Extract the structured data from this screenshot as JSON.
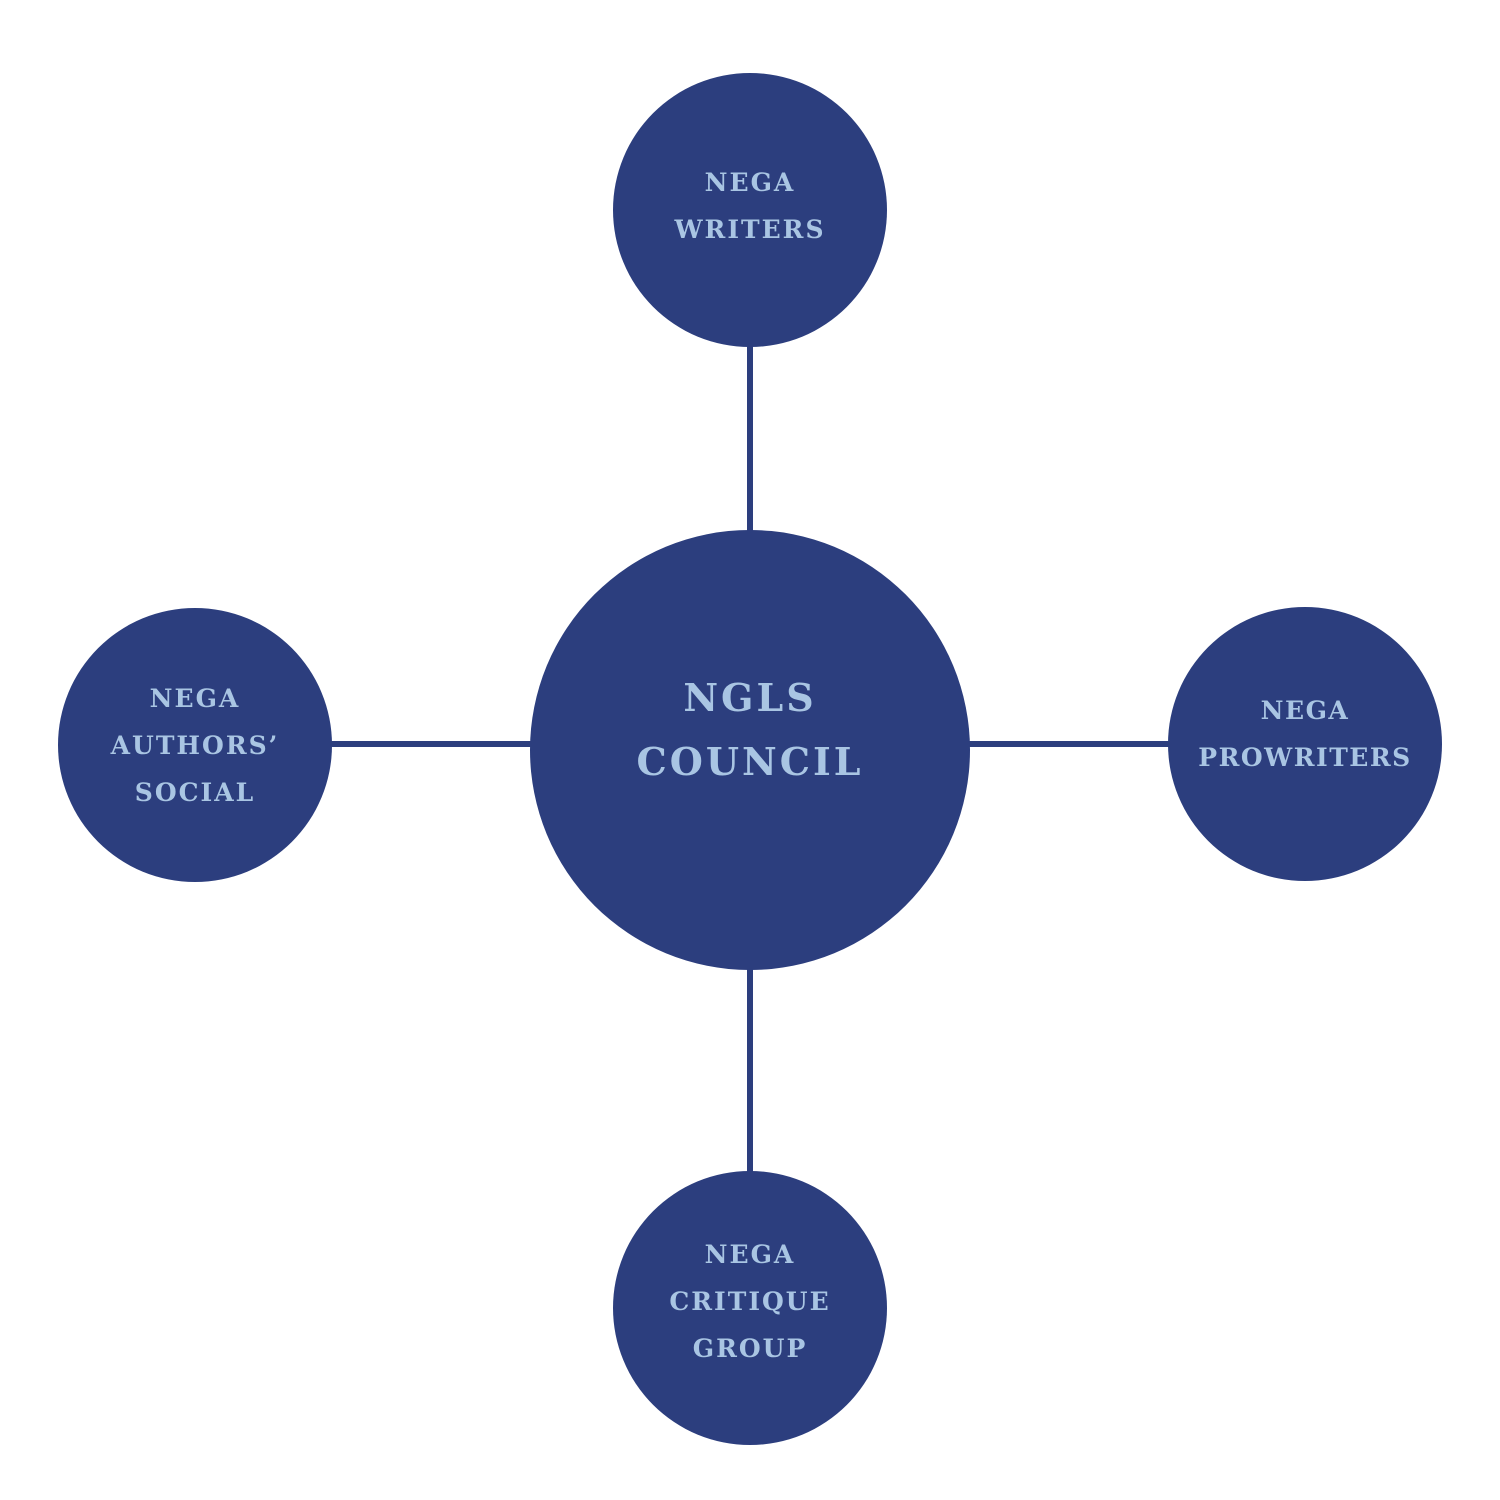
{
  "colors": {
    "node_fill": "#2c3e7e",
    "connector": "#2c3e7e",
    "label_text": "#a9c5e3",
    "background": "#ffffff"
  },
  "nodes": {
    "center": {
      "lines": [
        "NGLS",
        "COUNCIL"
      ]
    },
    "top": {
      "lines": [
        "NEGA",
        "WRITERS"
      ]
    },
    "left": {
      "lines": [
        "NEGA",
        "AUTHORS’",
        "SOCIAL"
      ]
    },
    "right": {
      "lines": [
        "NEGA",
        "PROWRITERS"
      ]
    },
    "bottom": {
      "lines": [
        "NEGA",
        "CRITIQUE",
        "GROUP"
      ]
    }
  }
}
